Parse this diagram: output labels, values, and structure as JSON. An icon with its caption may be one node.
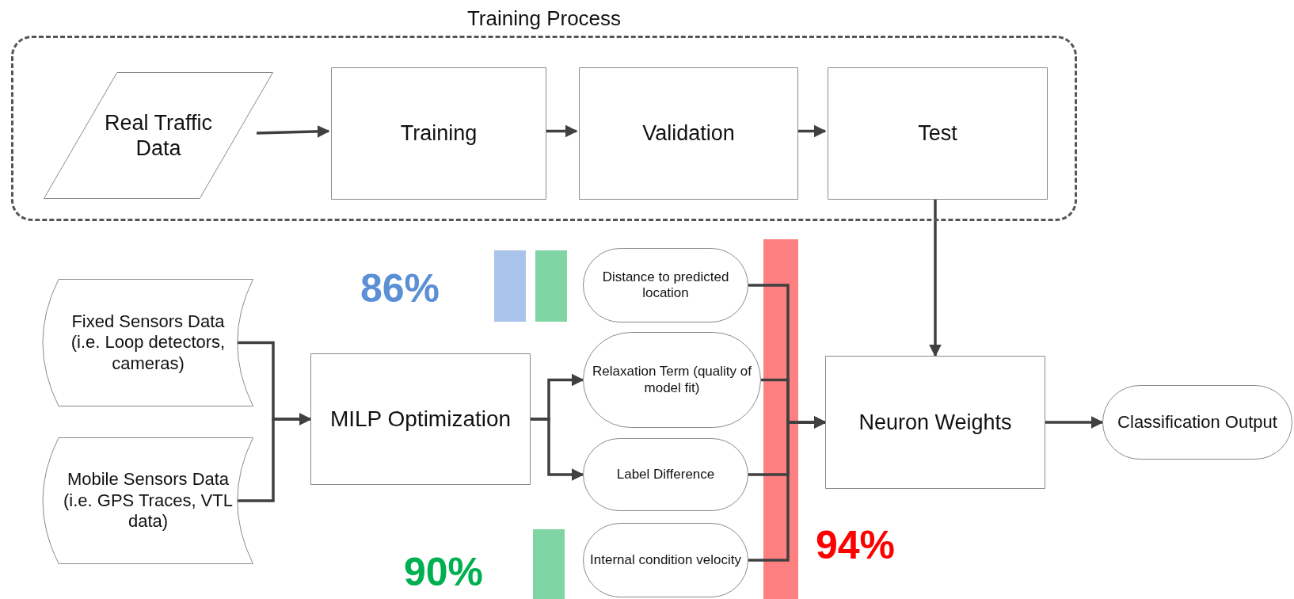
{
  "diagram": {
    "nodes": [
      {
        "text": [
          "Training Process"
        ]
      },
      {
        "text": [
          "Real Traffic Data"
        ],
        "in": 0
      },
      {
        "text": [
          "Training"
        ],
        "in": 0
      },
      {
        "text": [
          "Validation"
        ],
        "in": 0
      },
      {
        "text": [
          "Test"
        ],
        "in": 0
      },
      {
        "text": [
          "Fixed Sensors Data (i.e. Loop detectors, cameras)"
        ]
      },
      {
        "text": [
          "Mobile Sensors Data (i.e. GPS Traces, VTL data)"
        ]
      },
      {
        "text": [
          "MILP Optimization"
        ]
      },
      {
        "text": [
          "Distance to predicted location"
        ]
      },
      {
        "text": [
          "Relaxation Term (quality of model fit)"
        ]
      },
      {
        "text": [
          "Label Difference"
        ]
      },
      {
        "text": [
          "Internal condition velocity"
        ]
      },
      {
        "text": [
          "Neuron Weights"
        ]
      },
      {
        "text": [
          "Classification Output"
        ]
      }
    ],
    "edges": [
      {
        "from": 1,
        "to": 2,
        "arrow": "to"
      },
      {
        "from": 2,
        "to": 3,
        "arrow": "to"
      },
      {
        "from": 3,
        "to": 4,
        "arrow": "to"
      },
      {
        "from": 4,
        "to": 12,
        "arrow": "to"
      },
      {
        "from": 5,
        "to": 7,
        "arrow": "to"
      },
      {
        "from": 6,
        "to": 7,
        "arrow": "to"
      },
      {
        "from": 7,
        "to": 9,
        "arrow": "to"
      },
      {
        "from": 7,
        "to": 10,
        "arrow": "to"
      },
      {
        "from": 8,
        "to": 12,
        "arrow": "to"
      },
      {
        "from": 9,
        "to": 12,
        "arrow": "to"
      },
      {
        "from": 10,
        "to": 12,
        "arrow": "to"
      },
      {
        "from": 11,
        "to": 12,
        "arrow": "to"
      },
      {
        "from": 12,
        "to": 13,
        "arrow": "to"
      }
    ],
    "labels": [
      "86%",
      "90%",
      "94%"
    ]
  }
}
